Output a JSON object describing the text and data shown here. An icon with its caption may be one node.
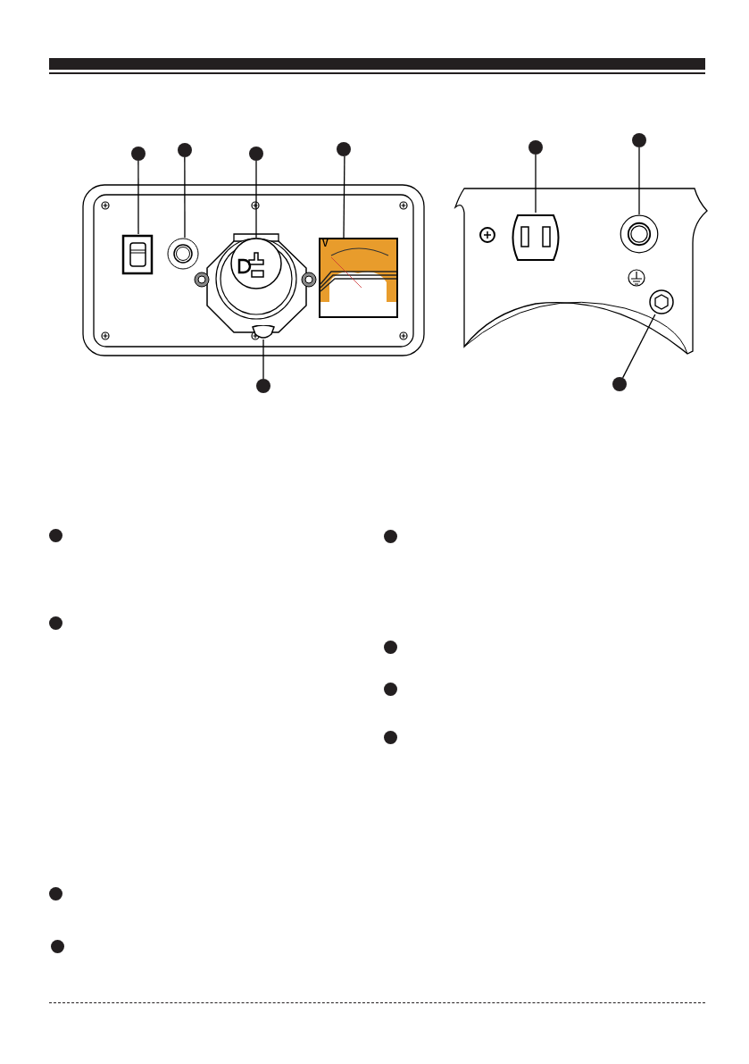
{
  "diagram": {
    "nodes": [
      {
        "text": [],
        "shape": "circle"
      },
      {
        "text": [],
        "shape": "circle"
      },
      {
        "text": [],
        "shape": "circle"
      },
      {
        "text": [],
        "shape": "circle"
      },
      {
        "text": [],
        "shape": "circle"
      },
      {
        "text": [],
        "shape": "circle"
      },
      {
        "text": [],
        "shape": "circle"
      },
      {
        "text": [],
        "shape": "circle"
      },
      {
        "text": [],
        "shape": "picture"
      },
      {
        "text": [],
        "shape": "picture"
      },
      {
        "text": [],
        "shape": "picture"
      },
      {
        "text": [],
        "shape": "picture"
      },
      {
        "text": [],
        "shape": "picture"
      },
      {
        "text": [],
        "shape": "picture"
      },
      {
        "text": [],
        "shape": "picture"
      },
      {
        "text": [],
        "shape": "picture"
      },
      {
        "text": [],
        "shape": "circle"
      },
      {
        "text": [],
        "shape": "circle"
      },
      {
        "text": [],
        "shape": "circle"
      },
      {
        "text": [],
        "shape": "circle"
      },
      {
        "text": [],
        "shape": "circle"
      },
      {
        "text": [],
        "shape": "circle"
      },
      {
        "text": [],
        "shape": "circle"
      },
      {
        "text": [],
        "shape": "circle"
      }
    ],
    "edges": [
      {
        "from": 0,
        "to": 8,
        "arrow": "none"
      },
      {
        "from": 1,
        "to": 9,
        "arrow": "none"
      },
      {
        "from": 2,
        "to": 10,
        "arrow": "none"
      },
      {
        "from": 3,
        "to": 11,
        "arrow": "none"
      },
      {
        "from": 4,
        "to": 12,
        "arrow": "none"
      },
      {
        "from": 5,
        "to": 13,
        "arrow": "none"
      },
      {
        "from": 6,
        "to": 14,
        "arrow": "none"
      },
      {
        "from": 7,
        "to": 15,
        "arrow": "none"
      }
    ],
    "labels": [
      "V"
    ]
  }
}
